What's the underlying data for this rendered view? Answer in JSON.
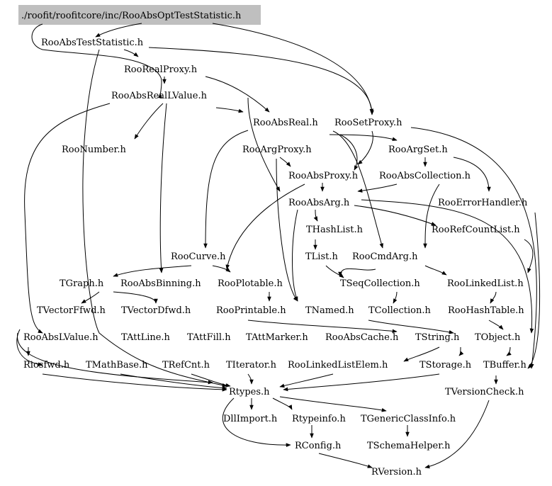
{
  "diagram": {
    "root": "./roofit/roofitcore/inc/RooAbsOptTestStatistic.h",
    "colors": {
      "background": "#ffffff",
      "root_fill": "#bfbfbf",
      "edge": "#000000",
      "text": "#000000"
    },
    "nodes": {
      "RooAbsOptTestStatistic": "./roofit/roofitcore/inc/RooAbsOptTestStatistic.h",
      "RooAbsTestStatistic": "RooAbsTestStatistic.h",
      "RooRealProxy": "RooRealProxy.h",
      "RooAbsRealLValue": "RooAbsRealLValue.h",
      "RooAbsReal": "RooAbsReal.h",
      "RooSetProxy": "RooSetProxy.h",
      "RooNumber": "RooNumber.h",
      "RooArgProxy": "RooArgProxy.h",
      "RooArgSet": "RooArgSet.h",
      "RooAbsProxy": "RooAbsProxy.h",
      "RooAbsCollection": "RooAbsCollection.h",
      "RooAbsArg": "RooAbsArg.h",
      "RooErrorHandler": "RooErrorHandler.h",
      "THashList": "THashList.h",
      "RooRefCountList": "RooRefCountList.h",
      "RooCurve": "RooCurve.h",
      "TList": "TList.h",
      "RooCmdArg": "RooCmdArg.h",
      "TGraph": "TGraph.h",
      "RooAbsBinning": "RooAbsBinning.h",
      "RooPlotable": "RooPlotable.h",
      "TSeqCollection": "TSeqCollection.h",
      "RooLinkedList": "RooLinkedList.h",
      "TVectorFfwd": "TVectorFfwd.h",
      "TVectorDfwd": "TVectorDfwd.h",
      "RooPrintable": "RooPrintable.h",
      "TNamed": "TNamed.h",
      "TCollection": "TCollection.h",
      "RooHashTable": "RooHashTable.h",
      "RooAbsLValue": "RooAbsLValue.h",
      "TAttLine": "TAttLine.h",
      "TAttFill": "TAttFill.h",
      "TAttMarker": "TAttMarker.h",
      "RooAbsCache": "RooAbsCache.h",
      "TString": "TString.h",
      "TObject": "TObject.h",
      "Riosfwd": "Riosfwd.h",
      "TMathBase": "TMathBase.h",
      "TRefCnt": "TRefCnt.h",
      "TIterator": "TIterator.h",
      "RooLinkedListElem": "RooLinkedListElem.h",
      "TStorage": "TStorage.h",
      "TBuffer": "TBuffer.h",
      "Rtypes": "Rtypes.h",
      "TVersionCheck": "TVersionCheck.h",
      "DllImport": "DllImport.h",
      "Rtypeinfo": "Rtypeinfo.h",
      "TGenericClassInfo": "TGenericClassInfo.h",
      "RConfig": "RConfig.h",
      "TSchemaHelper": "TSchemaHelper.h",
      "RVersion": "RVersion.h"
    }
  }
}
